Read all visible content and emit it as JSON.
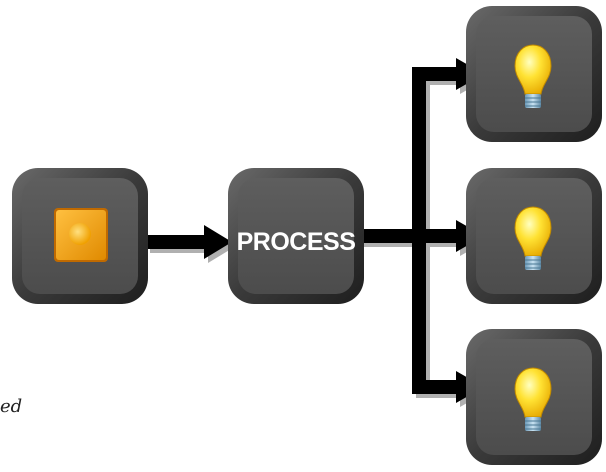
{
  "process": {
    "label": "PROCESS"
  },
  "cropped_text": "ed",
  "nodes": [
    {
      "name": "input-node",
      "icon": "orange-square-button-icon"
    },
    {
      "name": "process-node"
    },
    {
      "name": "output-node-top",
      "icon": "lightbulb-icon"
    },
    {
      "name": "output-node-middle",
      "icon": "lightbulb-icon"
    },
    {
      "name": "output-node-bottom",
      "icon": "lightbulb-icon"
    }
  ],
  "colors": {
    "tile_face": "#5a5a5a",
    "tile_bevel": "#303030",
    "arrow": "#000000",
    "input_icon": "#f5a000",
    "bulb": "#ffd400",
    "bulb_base": "#8fb8d0"
  }
}
